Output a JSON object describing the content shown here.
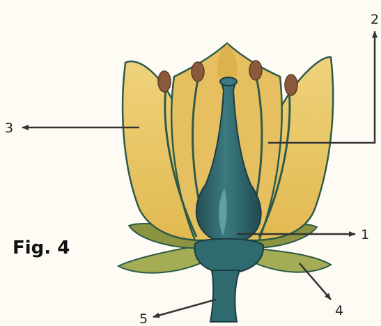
{
  "figure": {
    "caption": "Fig. 4",
    "labels": [
      {
        "id": "1",
        "text": "1"
      },
      {
        "id": "2",
        "text": "2"
      },
      {
        "id": "3",
        "text": "3"
      },
      {
        "id": "4",
        "text": "4"
      },
      {
        "id": "5",
        "text": "5"
      }
    ]
  },
  "colors": {
    "background": "#fdfbf3",
    "petal": "#e9c766",
    "petal_shade": "#d2a63c",
    "sepal": "#9aa449",
    "pistil": "#2f6a6f",
    "pistil_highlight": "#5d9aa0",
    "anther": "#8b5a3c",
    "outline": "#2d5a4a",
    "arrow": "#333333"
  }
}
